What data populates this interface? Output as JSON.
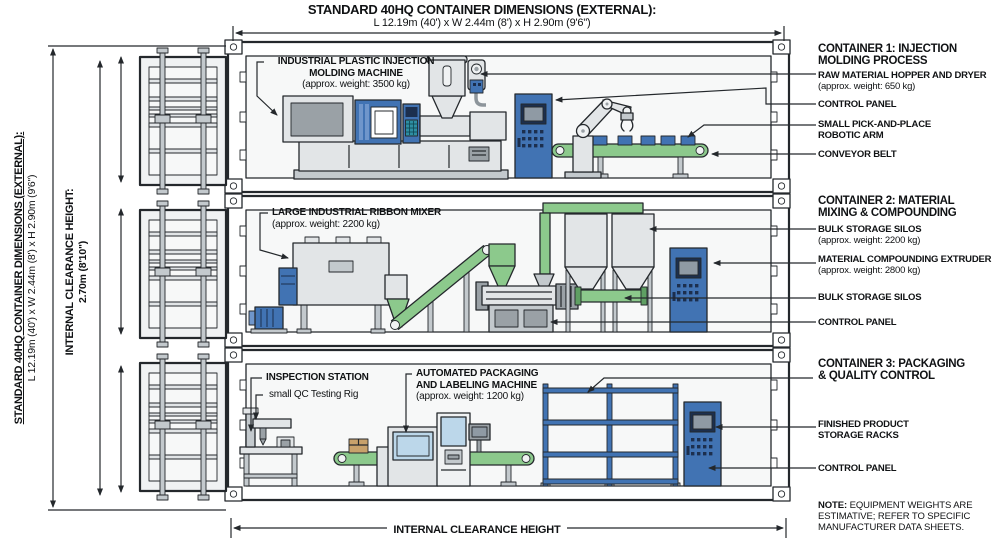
{
  "palette": {
    "outline": "#24282c",
    "blue": "#4173b3",
    "blue_light": "#6f96cb",
    "blue_dark": "#1c2f4e",
    "teal": "#2e8fa3",
    "screen": "#8f9aa4",
    "window_blue": "#bcd7ea",
    "green": "#8cc98c",
    "green_dark": "#5f9f63",
    "gray_xlight": "#f0f2f3",
    "gray_light": "#e2e5e7",
    "gray_mid": "#c3c9cd",
    "gray_dark": "#9aa1a6",
    "interior_bg": "#f7f8f8",
    "tan": "#c8a16b"
  },
  "title": {
    "line1": "STANDARD 40HQ CONTAINER DIMENSIONS (EXTERNAL):",
    "line2": "L 12.19m (40') x W 2.44m (8') x H 2.90m (9'6\")"
  },
  "left_dimensions": {
    "external_title": "STANDARD 40HQ CONTAINER DIMENSIONS (EXTERNAL):",
    "external_value": "L 12.19m (40') x W 2.44m (8') x H 2.90m (9'6\")",
    "internal_title": "INTERNAL CLEARANCE HEIGHT:",
    "internal_value": "2.70m (8'10\")"
  },
  "bottom_dimension": {
    "label": "INTERNAL CLEARANCE HEIGHT"
  },
  "note": {
    "label": "NOTE:",
    "text": " EQUIPMENT WEIGHTS ARE ESTIMATIVE; REFER TO SPECIFIC MANUFACTURER DATA SHEETS."
  },
  "containers": [
    {
      "heading1": "CONTAINER 1: INJECTION",
      "heading2": "MOLDING PROCESS",
      "machine_label1": "INDUSTRIAL PLASTIC INJECTION",
      "machine_label2": "MOLDING MACHINE",
      "machine_weight": "(approx. weight: 3500 kg)",
      "callouts": [
        {
          "label": "RAW MATERIAL HOPPER AND DRYER",
          "sub": "(approx. weight: 650 kg)"
        },
        {
          "label": "CONTROL PANEL"
        },
        {
          "label": "SMALL PICK-AND-PLACE",
          "label2": "ROBOTIC ARM"
        },
        {
          "label": "CONVEYOR BELT"
        }
      ]
    },
    {
      "heading1": "CONTAINER 2: MATERIAL",
      "heading2": "MIXING & COMPOUNDING",
      "machine_label1": "LARGE INDUSTRIAL RIBBON MIXER",
      "machine_weight": "(approx. weight: 2200 kg)",
      "callouts": [
        {
          "label": "BULK STORAGE SILOS",
          "sub": "(approx. weight: 2200 kg)"
        },
        {
          "label": "MATERIAL COMPOUNDING EXTRUDER",
          "sub": "(approx. weight: 2800 kg)"
        },
        {
          "label": "BULK STORAGE SILOS"
        },
        {
          "label": "CONTROL PANEL"
        }
      ]
    },
    {
      "heading1": "CONTAINER 3: PACKAGING",
      "heading2": "& QUALITY CONTROL",
      "inspection_label": "INSPECTION STATION",
      "qc_label": "small QC Testing Rig",
      "packaging_label1": "AUTOMATED PACKAGING",
      "packaging_label2": "AND LABELING MACHINE",
      "packaging_weight": "(approx. weight: 1200 kg)",
      "callouts": [
        {
          "label": "FINISHED PRODUCT",
          "label2": "STORAGE RACKS"
        },
        {
          "label": "CONTROL PANEL"
        }
      ]
    }
  ]
}
